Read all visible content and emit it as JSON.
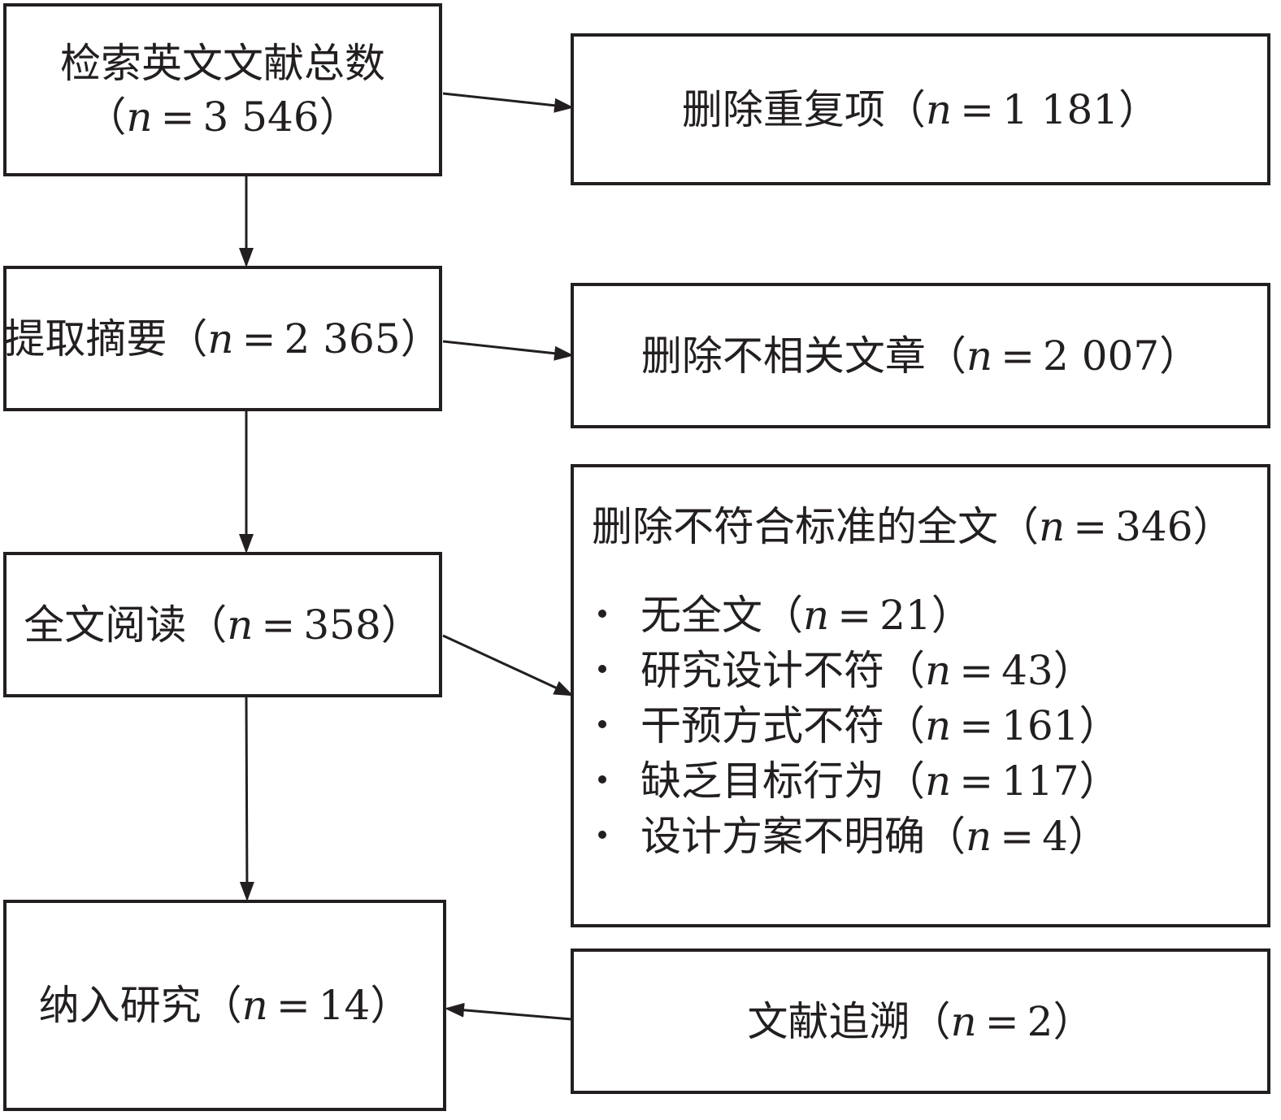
{
  "equals": "=",
  "steps": [
    {
      "label": "检索英文文献总数",
      "n_open": "（",
      "n_var": "n",
      "n_value": "3 546",
      "n_close": "）"
    },
    {
      "label": "提取摘要",
      "n_open": "（",
      "n_var": "n",
      "n_value": "2 365",
      "n_close": "）"
    },
    {
      "label": "全文阅读",
      "n_open": "（",
      "n_var": "n",
      "n_value": "358",
      "n_close": "）"
    },
    {
      "label": "纳入研究",
      "n_open": "（",
      "n_var": "n",
      "n_value": "14",
      "n_close": "）"
    }
  ],
  "removals": [
    {
      "label": "删除重复项",
      "n_open": "（",
      "n_var": "n",
      "n_value": "1 181",
      "n_close": "）"
    },
    {
      "label": "删除不相关文章",
      "n_open": "（",
      "n_var": "n",
      "n_value": "2 007",
      "n_close": "）"
    },
    {
      "label": "删除不符合标准的全文",
      "n_open": "（",
      "n_var": "n",
      "n_value": "346",
      "n_close": "）"
    }
  ],
  "exclusion_reasons": [
    {
      "label": "无全文",
      "n_open": "（",
      "n_var": "n",
      "n_value": "21",
      "n_close": "）"
    },
    {
      "label": "研究设计不符",
      "n_open": "（",
      "n_var": "n",
      "n_value": "43",
      "n_close": "）"
    },
    {
      "label": "干预方式不符",
      "n_open": "（",
      "n_var": "n",
      "n_value": "161",
      "n_close": "）"
    },
    {
      "label": "缺乏目标行为",
      "n_open": "（",
      "n_var": "n",
      "n_value": "117",
      "n_close": "）"
    },
    {
      "label": "设计方案不明确",
      "n_open": "（",
      "n_var": "n",
      "n_value": "4",
      "n_close": "）"
    }
  ],
  "addition": {
    "label": "文献追溯",
    "n_open": "（",
    "n_var": "n",
    "n_value": "2",
    "n_close": "）"
  }
}
